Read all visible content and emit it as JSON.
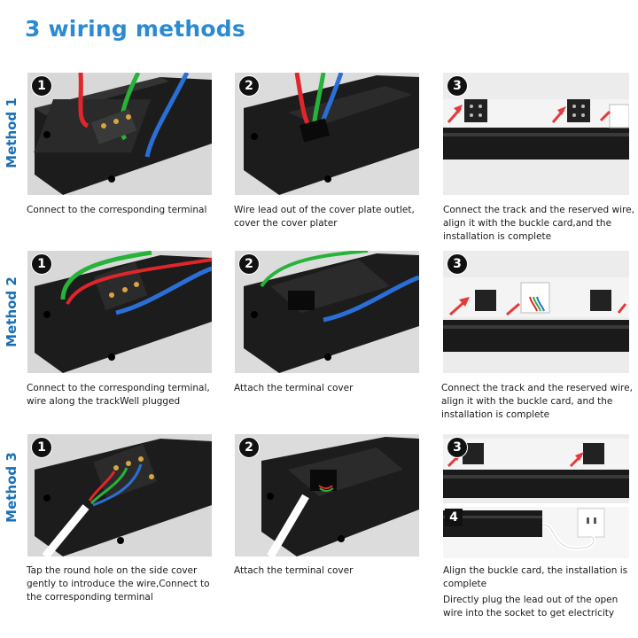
{
  "page_title": "3 wiring methods",
  "methods": [
    {
      "label": "Method 1",
      "steps": [
        {
          "num": "1",
          "caption": "Connect to the corresponding terminal"
        },
        {
          "num": "2",
          "caption": "Wire lead out of the cover plate outlet, cover the cover plater"
        },
        {
          "num": "3",
          "caption": "Connect the track and the reserved wire, align it with the buckle card,and the installation is complete"
        }
      ]
    },
    {
      "label": "Method 2",
      "steps": [
        {
          "num": "1",
          "caption": "Connect to the corresponding terminal,  wire along the trackWell plugged"
        },
        {
          "num": "2",
          "caption": "Attach the terminal cover"
        },
        {
          "num": "3",
          "caption": "Connect the track and the reserved wire, align it with the buckle card, and the installation is complete"
        }
      ]
    },
    {
      "label": "Method 3",
      "steps": [
        {
          "num": "1",
          "caption": "Tap the round hole on the side cover gently to introduce the wire,Connect to the corresponding terminal"
        },
        {
          "num": "2",
          "caption": "Attach the terminal cover"
        },
        {
          "num": "3",
          "caption": "Align the buckle card, the installation is complete"
        },
        {
          "num": "4",
          "caption": "Directly plug the lead out of the open wire into the socket to get electricity"
        }
      ]
    }
  ],
  "colors": {
    "title_blue": "#2b8bd0",
    "method_blue": "#1a6fb3",
    "wire_red": "#e0262b",
    "wire_green": "#27b33a",
    "wire_blue": "#2a6fd6",
    "arrow_red": "#e33a3a"
  }
}
